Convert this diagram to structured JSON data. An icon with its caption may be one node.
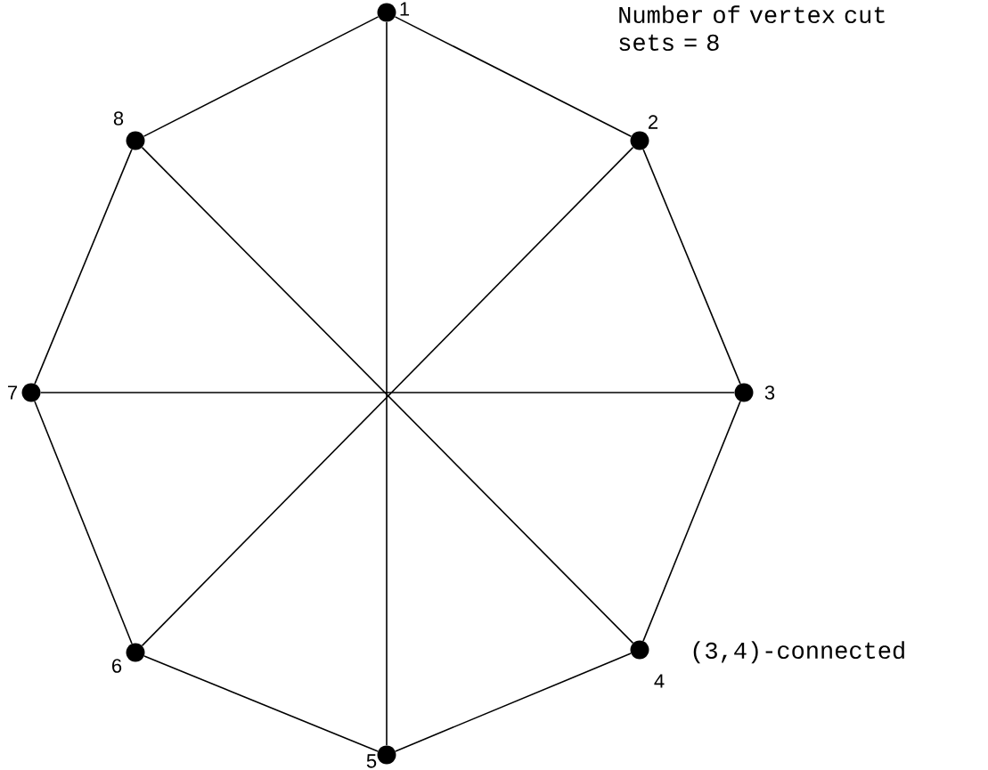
{
  "diagram": {
    "nodes": [
      {
        "text": [],
        "shape": "circle",
        "beside": [
          "1"
        ]
      },
      {
        "text": [],
        "shape": "circle",
        "beside": [
          "2"
        ]
      },
      {
        "text": [],
        "shape": "circle",
        "beside": [
          "3"
        ]
      },
      {
        "text": [],
        "shape": "circle",
        "beside": [
          "4"
        ]
      },
      {
        "text": [],
        "shape": "circle",
        "beside": [
          "5"
        ]
      },
      {
        "text": [],
        "shape": "circle",
        "beside": [
          "6"
        ]
      },
      {
        "text": [],
        "shape": "circle",
        "beside": [
          "7"
        ]
      },
      {
        "text": [],
        "shape": "circle",
        "beside": [
          "8"
        ]
      }
    ],
    "edges": [
      {
        "from": 0,
        "to": 1,
        "arrow": "none"
      },
      {
        "from": 1,
        "to": 2,
        "arrow": "none"
      },
      {
        "from": 2,
        "to": 3,
        "arrow": "none"
      },
      {
        "from": 3,
        "to": 4,
        "arrow": "none"
      },
      {
        "from": 4,
        "to": 5,
        "arrow": "none"
      },
      {
        "from": 5,
        "to": 6,
        "arrow": "none"
      },
      {
        "from": 6,
        "to": 7,
        "arrow": "none"
      },
      {
        "from": 7,
        "to": 0,
        "arrow": "none"
      },
      {
        "from": 0,
        "to": 4,
        "arrow": "none"
      },
      {
        "from": 1,
        "to": 5,
        "arrow": "none"
      },
      {
        "from": 2,
        "to": 6,
        "arrow": "none"
      },
      {
        "from": 3,
        "to": 7,
        "arrow": "none"
      }
    ],
    "labels": [
      "Number of vertex cut sets = 8",
      "(3,4)-connected"
    ]
  }
}
